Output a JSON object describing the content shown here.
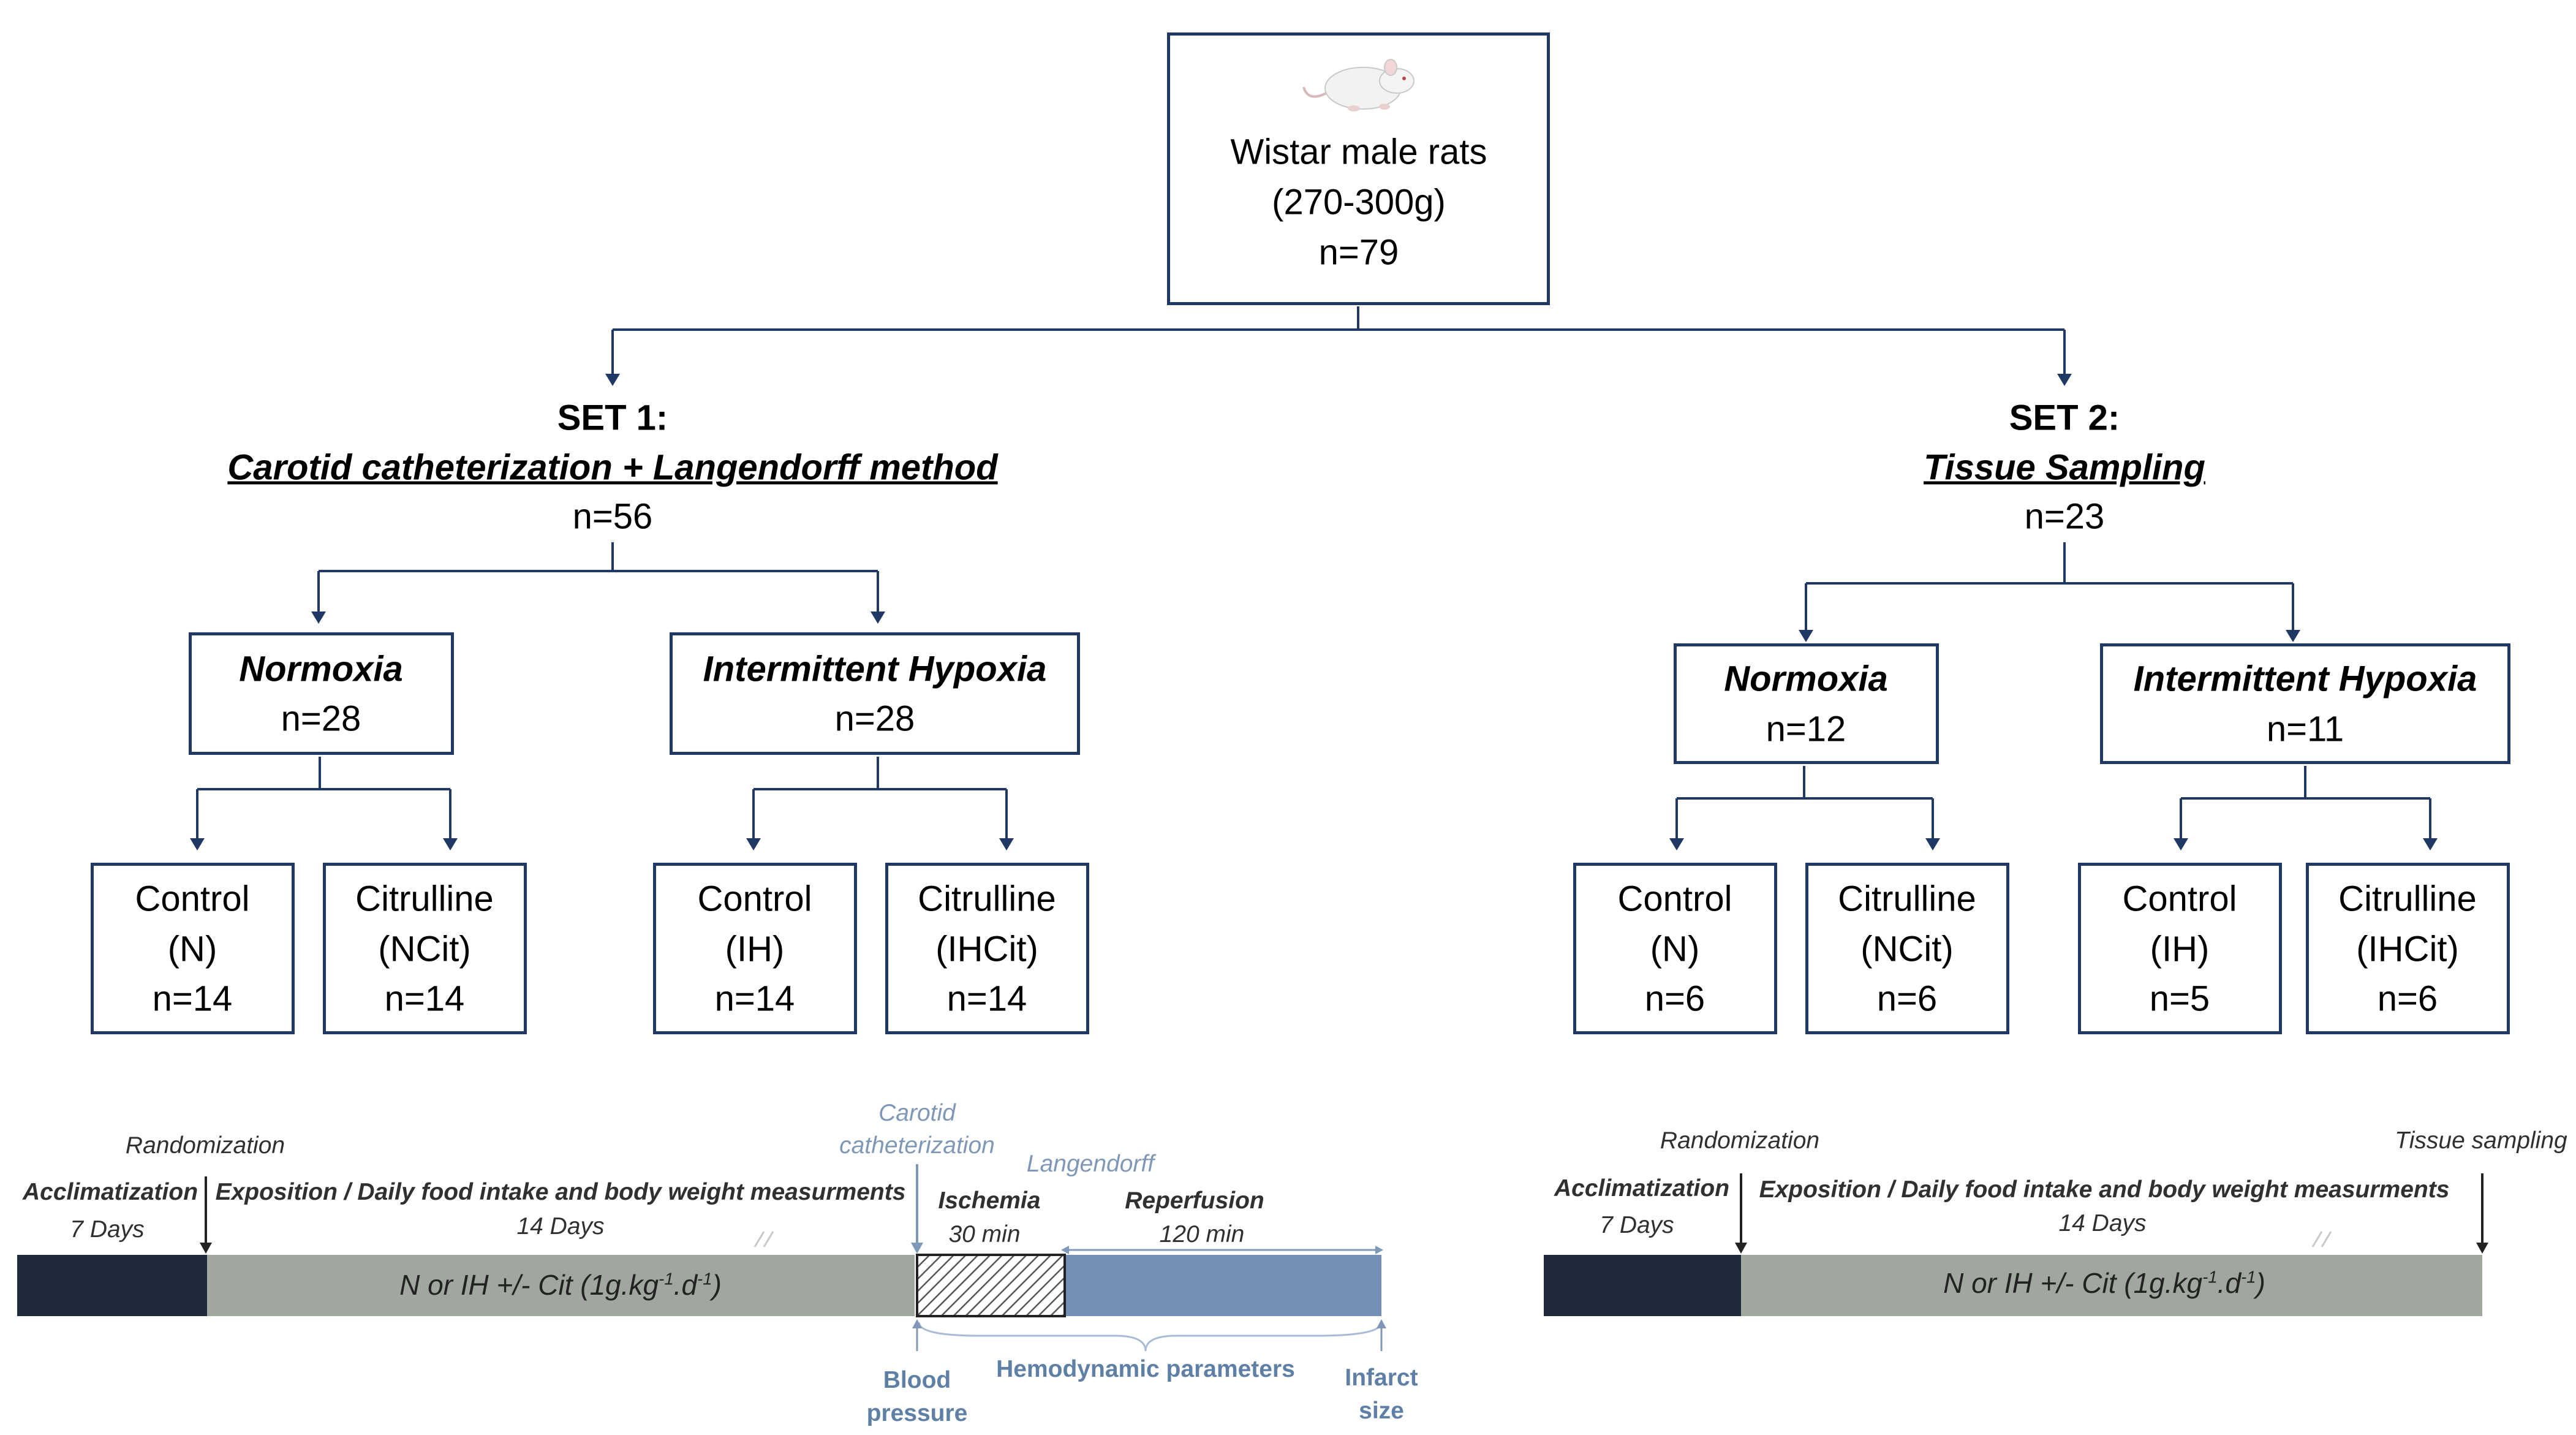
{
  "top": {
    "line1": "Wistar male rats",
    "line2": "(270-300g)",
    "line3": "n=79",
    "icon": "rat-icon"
  },
  "set1": {
    "title": "SET 1:",
    "subtitle": "Carotid catheterization + Langendorff method",
    "n": "n=56",
    "normoxia": {
      "label": "Normoxia",
      "n": "n=28"
    },
    "hypoxia": {
      "label": "Intermittent Hypoxia",
      "n": "n=28"
    },
    "groups": [
      {
        "line1": "Control",
        "line2": "(N)",
        "n": "n=14"
      },
      {
        "line1": "Citrulline",
        "line2": "(NCit)",
        "n": "n=14"
      },
      {
        "line1": "Control",
        "line2": "(IH)",
        "n": "n=14"
      },
      {
        "line1": "Citrulline",
        "line2": "(IHCit)",
        "n": "n=14"
      }
    ]
  },
  "set2": {
    "title": "SET 2:",
    "subtitle": "Tissue Sampling",
    "n": "n=23",
    "normoxia": {
      "label": "Normoxia",
      "n": "n=12"
    },
    "hypoxia": {
      "label": "Intermittent Hypoxia",
      "n": "n=11"
    },
    "groups": [
      {
        "line1": "Control",
        "line2": "(N)",
        "n": "n=6"
      },
      {
        "line1": "Citrulline",
        "line2": "(NCit)",
        "n": "n=6"
      },
      {
        "line1": "Control",
        "line2": "(IH)",
        "n": "n=5"
      },
      {
        "line1": "Citrulline",
        "line2": "(IHCit)",
        "n": "n=6"
      }
    ]
  },
  "timeline1": {
    "randomization": "Randomization",
    "carotid_line1": "Carotid",
    "carotid_line2": "catheterization",
    "langendorff": "Langendorff",
    "acclimatization": "Acclimatization",
    "acclim_days": "7 Days",
    "exposition": "Exposition / Daily food intake and body weight measurments",
    "expo_days": "14 Days",
    "ischemia": "Ischemia",
    "ischemia_time": "30 min",
    "reperfusion": "Reperfusion",
    "reperfusion_time": "120 min",
    "bar_text_pre": "N or IH +/- Cit (1g.kg",
    "bar_sup1": "-1",
    "bar_mid": ".d",
    "bar_sup2": "-1",
    "bar_post": ")",
    "bp_line1": "Blood",
    "bp_line2": "pressure",
    "hemodynamic": "Hemodynamic parameters",
    "infarct_line1": "Infarct",
    "infarct_line2": "size"
  },
  "timeline2": {
    "randomization": "Randomization",
    "tissue_sampling": "Tissue sampling",
    "acclimatization": "Acclimatization",
    "acclim_days": "7 Days",
    "exposition": "Exposition / Daily food intake and body weight measurments",
    "expo_days": "14 Days",
    "bar_text_pre": "N or IH +/- Cit (1g.kg",
    "bar_sup1": "-1",
    "bar_mid": ".d",
    "bar_sup2": "-1",
    "bar_post": ")"
  },
  "colors": {
    "box_border": "#203864",
    "acclim_bar": "#1f2a3a",
    "expo_bar": "#a0a79f",
    "reperfusion_bar": "#7590b7",
    "annotation_blue": "#7f98b8"
  }
}
